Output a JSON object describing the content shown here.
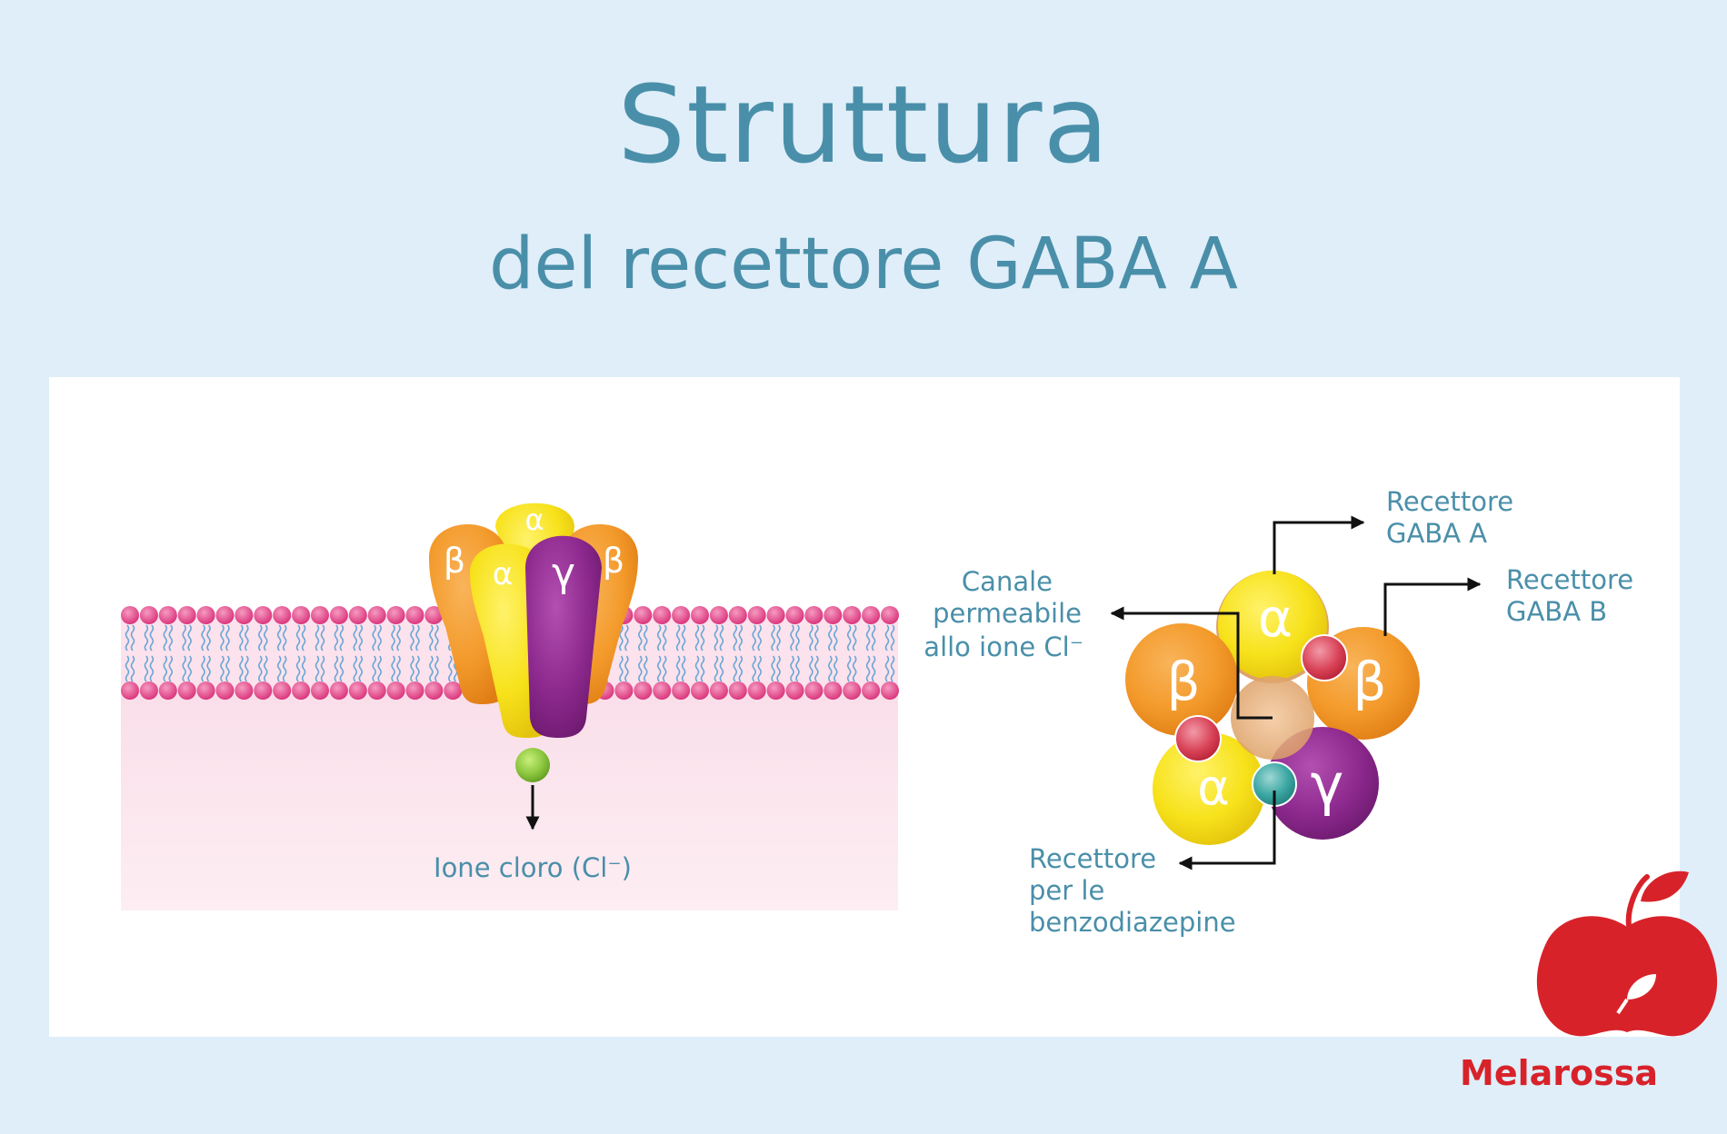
{
  "title": "Struttura",
  "subtitle": "del recettore GABA A",
  "side_view": {
    "subunits": [
      "β",
      "α",
      "α",
      "γ",
      "β"
    ],
    "ion_label": "Ione cloro (Cl⁻)"
  },
  "top_view": {
    "subunits": [
      "α",
      "β",
      "β",
      "α",
      "γ"
    ],
    "labels": {
      "gaba_a": [
        "Recettore",
        "GABA A"
      ],
      "gaba_b": [
        "Recettore",
        "GABA B"
      ],
      "channel": [
        "Canale",
        "permeabile",
        "allo ione Cl⁻"
      ],
      "benzo": [
        "Recettore",
        "per le",
        "benzodiazepine"
      ]
    }
  },
  "brand": "Melarossa",
  "colors": {
    "title": "#4a8fa9",
    "alpha": "#f7e21b",
    "beta": "#f39a2b",
    "gamma": "#8e2a8f",
    "membrane_head": "#e8468a",
    "tail": "#6aa6d6",
    "brand": "#d8222a"
  }
}
